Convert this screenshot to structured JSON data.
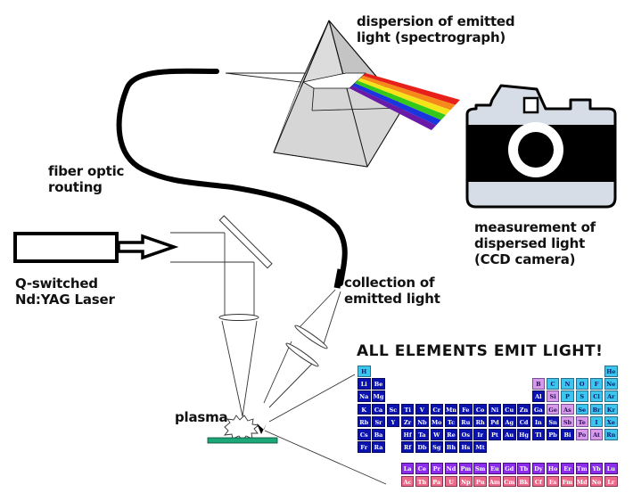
{
  "labels": {
    "dispersion": [
      "dispersion of emitted",
      "light (spectrograph)"
    ],
    "camera": [
      "measurement of",
      "dispersed light",
      "(CCD camera)"
    ],
    "fiber": [
      "fiber optic",
      "routing"
    ],
    "laser": [
      "Q-switched",
      "Nd:YAG Laser"
    ],
    "collection": [
      "collection of",
      "emitted light"
    ],
    "plasma": "plasma",
    "elements_title": "ALL ELEMENTS EMIT LIGHT!"
  },
  "colors": {
    "spectrum": [
      "#e8201a",
      "#f58a1a",
      "#f5e41a",
      "#34c81a",
      "#1a34e0",
      "#6a1aa8"
    ],
    "prism_fill": "#d8d8d8",
    "camera_body": "#d7dde6",
    "target_plate": "#1aa878"
  },
  "periodic_table": {
    "main": [
      {
        "s": "H",
        "r": 0,
        "c": 0,
        "t": "cyan"
      },
      {
        "s": "He",
        "r": 0,
        "c": 17,
        "t": "cyan"
      },
      {
        "s": "Li",
        "r": 1,
        "c": 0,
        "t": "dark"
      },
      {
        "s": "Be",
        "r": 1,
        "c": 1,
        "t": "dark"
      },
      {
        "s": "B",
        "r": 1,
        "c": 12,
        "t": "pink"
      },
      {
        "s": "C",
        "r": 1,
        "c": 13,
        "t": "cyan"
      },
      {
        "s": "N",
        "r": 1,
        "c": 14,
        "t": "cyan"
      },
      {
        "s": "O",
        "r": 1,
        "c": 15,
        "t": "cyan"
      },
      {
        "s": "F",
        "r": 1,
        "c": 16,
        "t": "cyan"
      },
      {
        "s": "Ne",
        "r": 1,
        "c": 17,
        "t": "cyan"
      },
      {
        "s": "Na",
        "r": 2,
        "c": 0,
        "t": "dark"
      },
      {
        "s": "Mg",
        "r": 2,
        "c": 1,
        "t": "dark"
      },
      {
        "s": "Al",
        "r": 2,
        "c": 12,
        "t": "dark"
      },
      {
        "s": "Si",
        "r": 2,
        "c": 13,
        "t": "pink"
      },
      {
        "s": "P",
        "r": 2,
        "c": 14,
        "t": "cyan"
      },
      {
        "s": "S",
        "r": 2,
        "c": 15,
        "t": "cyan"
      },
      {
        "s": "Cl",
        "r": 2,
        "c": 16,
        "t": "cyan"
      },
      {
        "s": "Ar",
        "r": 2,
        "c": 17,
        "t": "cyan"
      },
      {
        "s": "K",
        "r": 3,
        "c": 0,
        "t": "dark"
      },
      {
        "s": "Ca",
        "r": 3,
        "c": 1,
        "t": "dark"
      },
      {
        "s": "Sc",
        "r": 3,
        "c": 2,
        "t": "dark"
      },
      {
        "s": "Ti",
        "r": 3,
        "c": 3,
        "t": "dark"
      },
      {
        "s": "V",
        "r": 3,
        "c": 4,
        "t": "dark"
      },
      {
        "s": "Cr",
        "r": 3,
        "c": 5,
        "t": "dark"
      },
      {
        "s": "Mn",
        "r": 3,
        "c": 6,
        "t": "dark"
      },
      {
        "s": "Fe",
        "r": 3,
        "c": 7,
        "t": "dark"
      },
      {
        "s": "Co",
        "r": 3,
        "c": 8,
        "t": "dark"
      },
      {
        "s": "Ni",
        "r": 3,
        "c": 9,
        "t": "dark"
      },
      {
        "s": "Cu",
        "r": 3,
        "c": 10,
        "t": "dark"
      },
      {
        "s": "Zn",
        "r": 3,
        "c": 11,
        "t": "dark"
      },
      {
        "s": "Ga",
        "r": 3,
        "c": 12,
        "t": "dark"
      },
      {
        "s": "Ge",
        "r": 3,
        "c": 13,
        "t": "pink"
      },
      {
        "s": "As",
        "r": 3,
        "c": 14,
        "t": "pink"
      },
      {
        "s": "Se",
        "r": 3,
        "c": 15,
        "t": "cyan"
      },
      {
        "s": "Br",
        "r": 3,
        "c": 16,
        "t": "cyan"
      },
      {
        "s": "Kr",
        "r": 3,
        "c": 17,
        "t": "cyan"
      },
      {
        "s": "Rb",
        "r": 4,
        "c": 0,
        "t": "dark"
      },
      {
        "s": "Sr",
        "r": 4,
        "c": 1,
        "t": "dark"
      },
      {
        "s": "Y",
        "r": 4,
        "c": 2,
        "t": "dark"
      },
      {
        "s": "Zr",
        "r": 4,
        "c": 3,
        "t": "dark"
      },
      {
        "s": "Nb",
        "r": 4,
        "c": 4,
        "t": "dark"
      },
      {
        "s": "Mo",
        "r": 4,
        "c": 5,
        "t": "dark"
      },
      {
        "s": "Tc",
        "r": 4,
        "c": 6,
        "t": "dark"
      },
      {
        "s": "Ru",
        "r": 4,
        "c": 7,
        "t": "dark"
      },
      {
        "s": "Rh",
        "r": 4,
        "c": 8,
        "t": "dark"
      },
      {
        "s": "Pd",
        "r": 4,
        "c": 9,
        "t": "dark"
      },
      {
        "s": "Ag",
        "r": 4,
        "c": 10,
        "t": "dark"
      },
      {
        "s": "Cd",
        "r": 4,
        "c": 11,
        "t": "dark"
      },
      {
        "s": "In",
        "r": 4,
        "c": 12,
        "t": "dark"
      },
      {
        "s": "Sn",
        "r": 4,
        "c": 13,
        "t": "dark"
      },
      {
        "s": "Sb",
        "r": 4,
        "c": 14,
        "t": "pink"
      },
      {
        "s": "Te",
        "r": 4,
        "c": 15,
        "t": "pink"
      },
      {
        "s": "I",
        "r": 4,
        "c": 16,
        "t": "cyan"
      },
      {
        "s": "Xe",
        "r": 4,
        "c": 17,
        "t": "cyan"
      },
      {
        "s": "Cs",
        "r": 5,
        "c": 0,
        "t": "dark"
      },
      {
        "s": "Ba",
        "r": 5,
        "c": 1,
        "t": "dark"
      },
      {
        "s": "Hf",
        "r": 5,
        "c": 3,
        "t": "dark"
      },
      {
        "s": "Ta",
        "r": 5,
        "c": 4,
        "t": "dark"
      },
      {
        "s": "W",
        "r": 5,
        "c": 5,
        "t": "dark"
      },
      {
        "s": "Re",
        "r": 5,
        "c": 6,
        "t": "dark"
      },
      {
        "s": "Os",
        "r": 5,
        "c": 7,
        "t": "dark"
      },
      {
        "s": "Ir",
        "r": 5,
        "c": 8,
        "t": "dark"
      },
      {
        "s": "Pt",
        "r": 5,
        "c": 9,
        "t": "dark"
      },
      {
        "s": "Au",
        "r": 5,
        "c": 10,
        "t": "dark"
      },
      {
        "s": "Hg",
        "r": 5,
        "c": 11,
        "t": "dark"
      },
      {
        "s": "Tl",
        "r": 5,
        "c": 12,
        "t": "dark"
      },
      {
        "s": "Pb",
        "r": 5,
        "c": 13,
        "t": "dark"
      },
      {
        "s": "Bi",
        "r": 5,
        "c": 14,
        "t": "dark"
      },
      {
        "s": "Po",
        "r": 5,
        "c": 15,
        "t": "pink"
      },
      {
        "s": "At",
        "r": 5,
        "c": 16,
        "t": "pink"
      },
      {
        "s": "Rn",
        "r": 5,
        "c": 17,
        "t": "cyan"
      },
      {
        "s": "Fr",
        "r": 6,
        "c": 0,
        "t": "dark"
      },
      {
        "s": "Ra",
        "r": 6,
        "c": 1,
        "t": "dark"
      },
      {
        "s": "Rf",
        "r": 6,
        "c": 3,
        "t": "dark"
      },
      {
        "s": "Db",
        "r": 6,
        "c": 4,
        "t": "dark"
      },
      {
        "s": "Sg",
        "r": 6,
        "c": 5,
        "t": "dark"
      },
      {
        "s": "Bh",
        "r": 6,
        "c": 6,
        "t": "dark"
      },
      {
        "s": "Hs",
        "r": 6,
        "c": 7,
        "t": "dark"
      },
      {
        "s": "Mt",
        "r": 6,
        "c": 8,
        "t": "dark"
      }
    ],
    "lanthanides": [
      "La",
      "Ce",
      "Pr",
      "Nd",
      "Pm",
      "Sm",
      "Eu",
      "Gd",
      "Tb",
      "Dy",
      "Ho",
      "Er",
      "Tm",
      "Yb",
      "Lu"
    ],
    "actinides": [
      "Ac",
      "Th",
      "Pa",
      "U",
      "Np",
      "Pu",
      "Am",
      "Cm",
      "Bk",
      "Cf",
      "Es",
      "Fm",
      "Md",
      "No",
      "Lr"
    ]
  }
}
